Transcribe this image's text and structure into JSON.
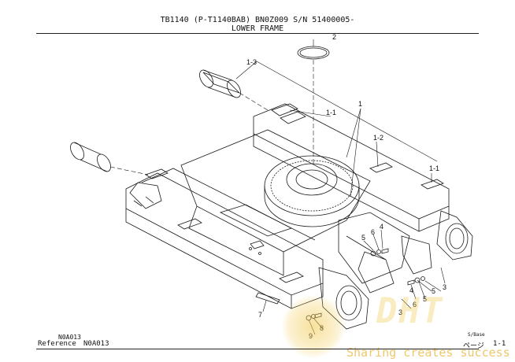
{
  "header": {
    "line1": "TB1140 (P-T1140BAB) BN0Z009  S/N 51400005-",
    "line2": "LOWER FRAME"
  },
  "callouts": {
    "c2": "2",
    "c1_3": "1-3",
    "c1": "1",
    "c1_1a": "1-1",
    "c1_2": "1-2",
    "c1_1b": "1-1",
    "c4a": "4",
    "c6a": "6",
    "c5a": "5",
    "c5b": "5",
    "c3a": "3",
    "c6b": "6",
    "c4b": "4",
    "c5c": "5",
    "c3b": "3",
    "c7": "7",
    "c8": "8",
    "c9": "9"
  },
  "footer": {
    "code_small": "N0A013",
    "reference_label": "Reference",
    "reference_code": "N0A013",
    "page_label": "ページ",
    "page_number": "1-1",
    "small_note": "S/Base"
  },
  "watermark": {
    "logo": "DHT",
    "slogan": "Sharing creates success"
  },
  "colors": {
    "line": "#1a1a1a",
    "watermark": "#f2c94c"
  }
}
